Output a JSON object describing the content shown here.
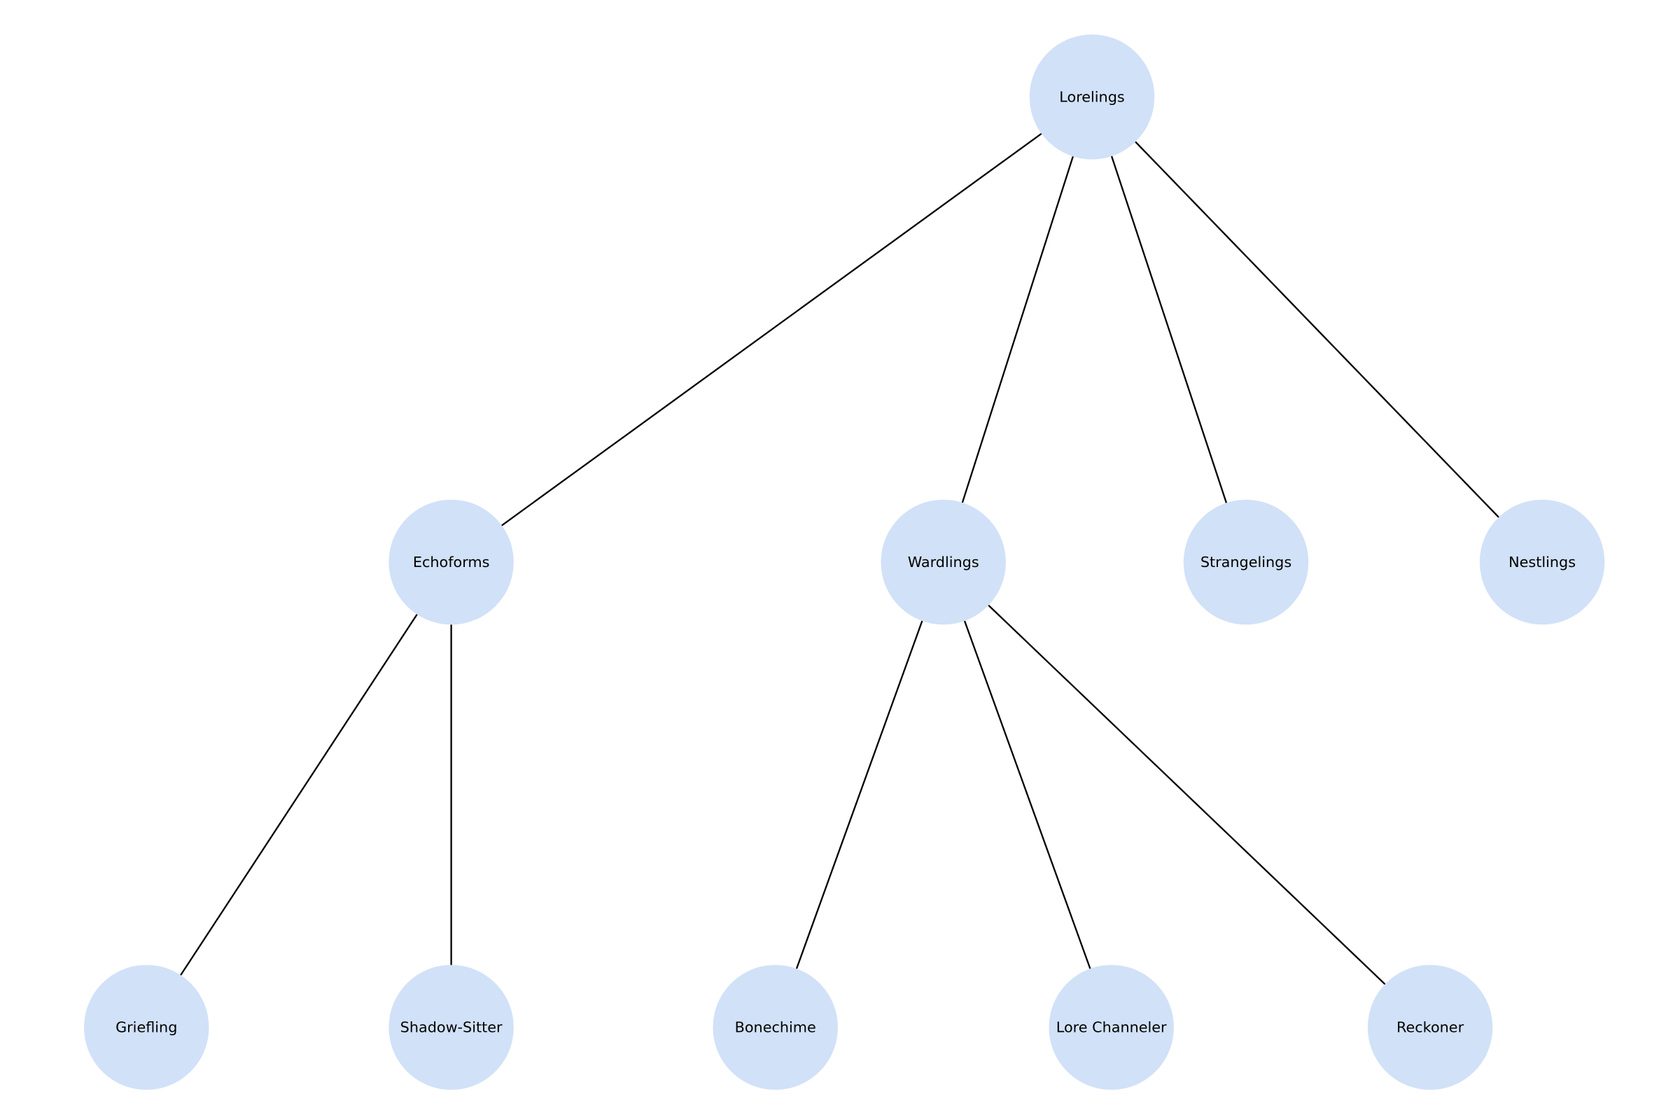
{
  "nodes": [
    {
      "id": "Lorelings",
      "label": "Lorelings",
      "level": 0
    },
    {
      "id": "Echoforms",
      "label": "Echoforms",
      "level": 1
    },
    {
      "id": "Wardlings",
      "label": "Wardlings",
      "level": 1
    },
    {
      "id": "Strangelings",
      "label": "Strangelings",
      "level": 1
    },
    {
      "id": "Nestlings",
      "label": "Nestlings",
      "level": 1
    },
    {
      "id": "Griefling",
      "label": "Griefling",
      "level": 2
    },
    {
      "id": "Shadow-Sitter",
      "label": "Shadow-Sitter",
      "level": 2
    },
    {
      "id": "Bonechime",
      "label": "Bonechime",
      "level": 2
    },
    {
      "id": "Lore Channeler",
      "label": "Lore Channeler",
      "level": 2
    },
    {
      "id": "Reckoner",
      "label": "Reckoner",
      "level": 2
    }
  ],
  "edges": [
    [
      "Lorelings",
      "Echoforms"
    ],
    [
      "Lorelings",
      "Wardlings"
    ],
    [
      "Lorelings",
      "Strangelings"
    ],
    [
      "Lorelings",
      "Nestlings"
    ],
    [
      "Echoforms",
      "Griefling"
    ],
    [
      "Echoforms",
      "Shadow-Sitter"
    ],
    [
      "Wardlings",
      "Bonechime"
    ],
    [
      "Wardlings",
      "Lore Channeler"
    ],
    [
      "Wardlings",
      "Reckoner"
    ]
  ],
  "colors": {
    "node": "#d1e1f8",
    "edge": "#000000"
  }
}
